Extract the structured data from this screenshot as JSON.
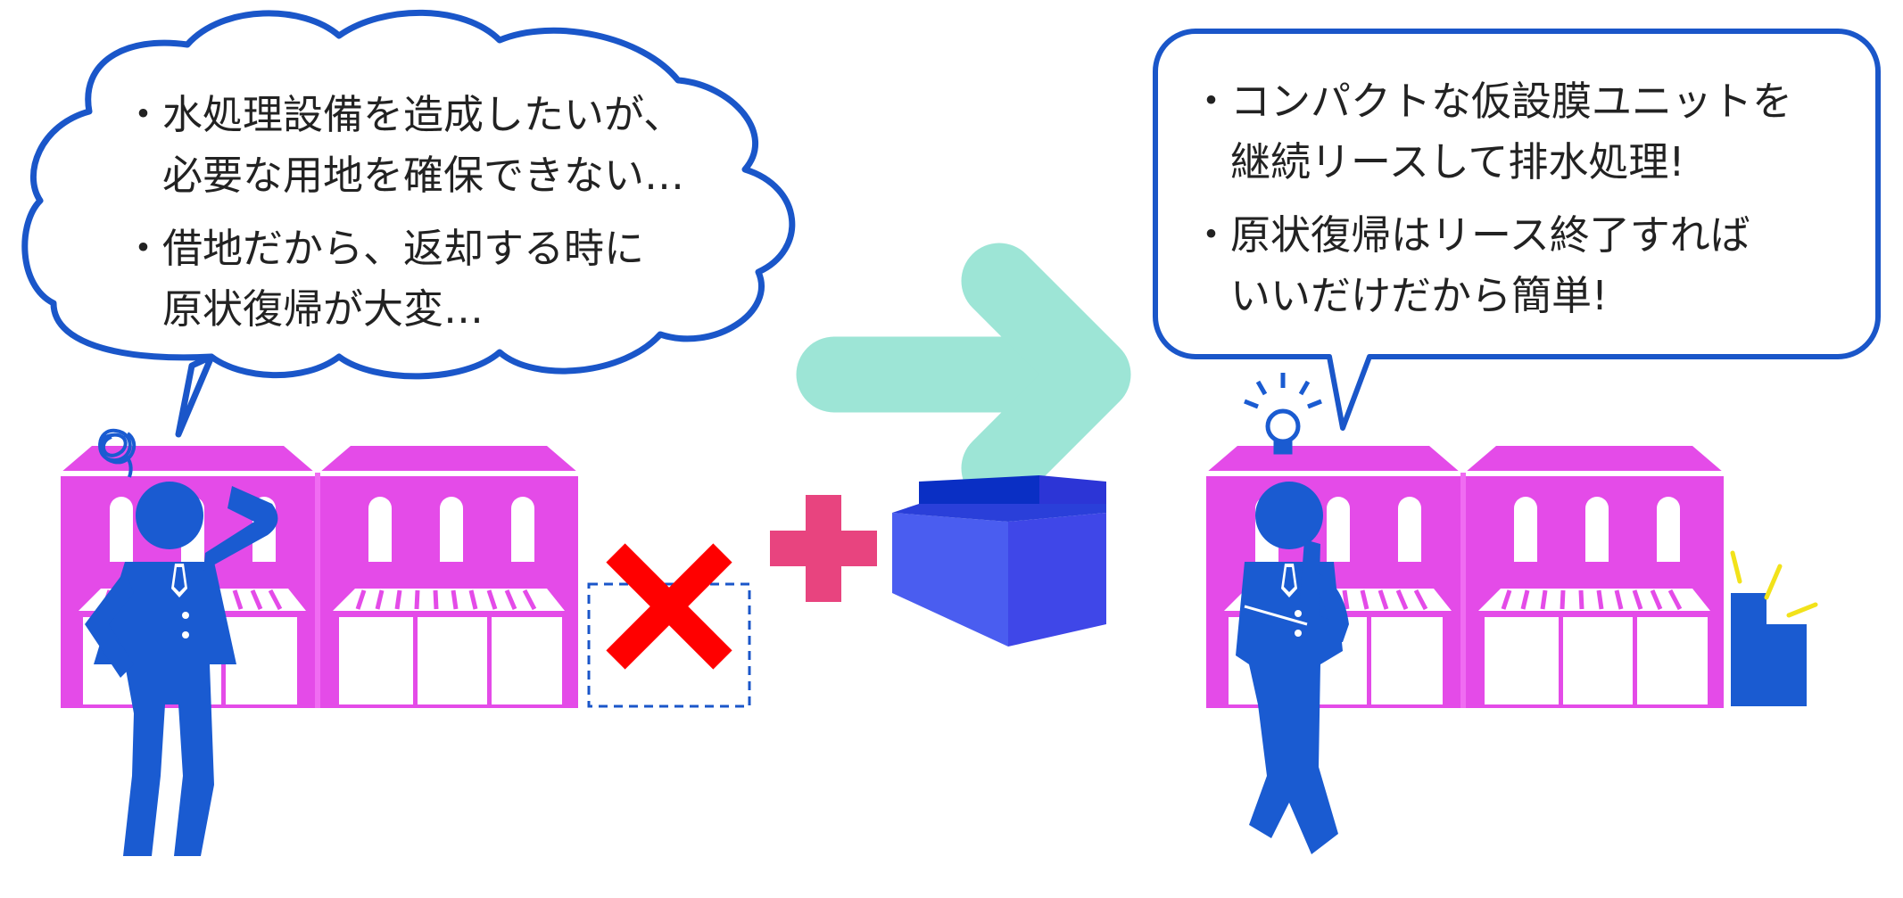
{
  "left_bubble": {
    "bullets": [
      {
        "marker": "・",
        "lines": [
          "水処理設備を造成したいが、",
          "必要な用地を確保できない…"
        ]
      },
      {
        "marker": "・",
        "lines": [
          "借地だから、返却する時に",
          "原状復帰が大変…"
        ]
      }
    ]
  },
  "right_bubble": {
    "bullets": [
      {
        "marker": "・",
        "lines": [
          "コンパクトな仮設膜ユニットを",
          "継続リースして排水処理!"
        ]
      },
      {
        "marker": "・",
        "lines": [
          "原状復帰はリース終了すれば",
          "いいだけだから簡単!"
        ]
      }
    ]
  },
  "colors": {
    "bubble_stroke": "#1a56c9",
    "building": "#e44be8",
    "person": "#1a5bd1",
    "arrow": "#9de5d6",
    "plus": "#e8447f",
    "cross": "#ff0000",
    "unit_top": "#0a2fc4",
    "unit_front": "#4a5df0",
    "unit_side": "#3f47e8",
    "spark": "#f2e21a"
  }
}
